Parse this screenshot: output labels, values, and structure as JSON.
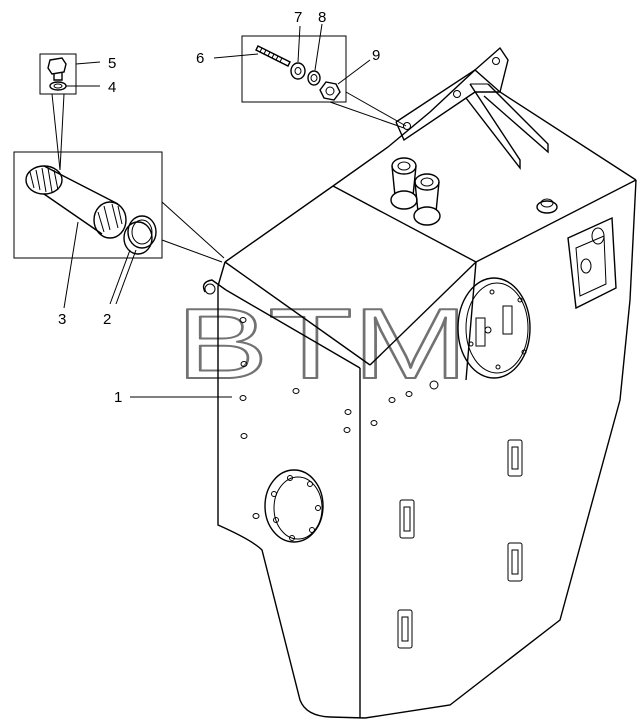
{
  "watermark": "BTM",
  "callouts": [
    {
      "id": "1",
      "text": "1"
    },
    {
      "id": "2",
      "text": "2"
    },
    {
      "id": "3",
      "text": "3"
    },
    {
      "id": "4",
      "text": "4"
    },
    {
      "id": "5",
      "text": "5"
    },
    {
      "id": "6",
      "text": "6"
    },
    {
      "id": "7",
      "text": "7"
    },
    {
      "id": "8",
      "text": "8"
    },
    {
      "id": "9",
      "text": "9"
    }
  ],
  "colors": {
    "line": "#000000",
    "background": "#ffffff"
  }
}
